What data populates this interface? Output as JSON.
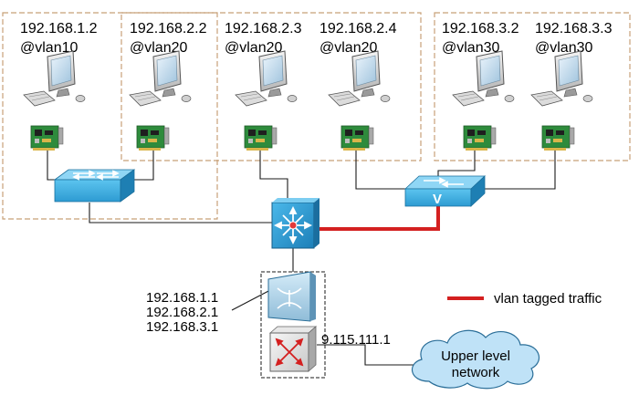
{
  "hosts": [
    {
      "ip": "192.168.1.2",
      "vlan": "@vlan10"
    },
    {
      "ip": "192.168.2.2",
      "vlan": "@vlan20"
    },
    {
      "ip": "192.168.2.3",
      "vlan": "@vlan20"
    },
    {
      "ip": "192.168.2.4",
      "vlan": "@vlan20"
    },
    {
      "ip": "192.168.3.2",
      "vlan": "@vlan30"
    },
    {
      "ip": "192.168.3.3",
      "vlan": "@vlan30"
    }
  ],
  "router_ips": [
    "192.168.1.1",
    "192.168.2.1",
    "192.168.3.1"
  ],
  "gateway_ip": "9.115.111.1",
  "cloud": {
    "line1": "Upper level",
    "line2": "network"
  },
  "legend": {
    "label": "vlan tagged traffic",
    "color": "#d42020"
  },
  "right_switch_letter": "V",
  "colors": {
    "switch_blue": "#2a9fd6",
    "nic_green": "#2e8b3c",
    "cloud_blue": "#bfe2f7",
    "vlan_box": "#c8a078"
  }
}
